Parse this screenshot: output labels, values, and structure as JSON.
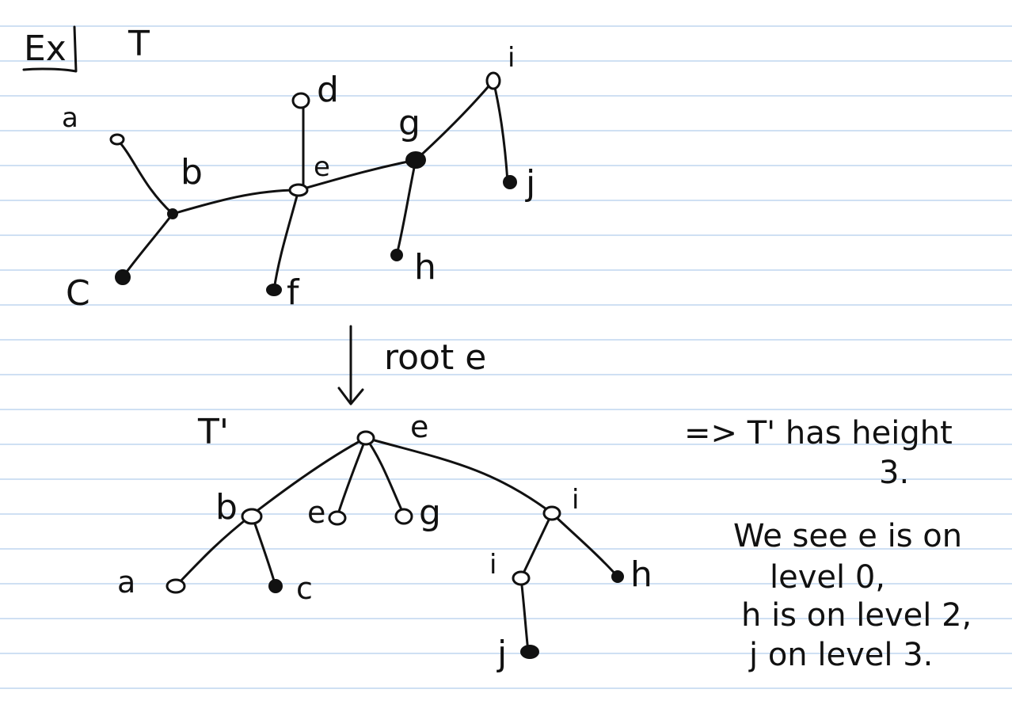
{
  "header": {
    "ex_label": "Ex",
    "tree_name": "T"
  },
  "tree_t": {
    "labels": {
      "a": "a",
      "b": "b",
      "c": "C",
      "d": "d",
      "e": "e",
      "f": "f",
      "g": "g",
      "h": "h",
      "i": "i",
      "j": "j"
    }
  },
  "transform": {
    "arrow_label": "root e"
  },
  "tree_t_prime": {
    "name": "T'",
    "labels": {
      "e": "e",
      "b": "b",
      "d": "e",
      "g": "g",
      "i": "i",
      "a": "a",
      "c": "c",
      "i2": "i",
      "h": "h",
      "j": "j"
    }
  },
  "notes": {
    "height_line1": "=> T' has height",
    "height_line2": "3.",
    "level_line1": "We see e is on",
    "level_line2": "level 0,",
    "level_line3": "h is on level 2,",
    "level_line4": "j on level 3."
  },
  "colors": {
    "ink": "#111111",
    "ruled_line": "#cfe0f3",
    "background": "#ffffff"
  }
}
